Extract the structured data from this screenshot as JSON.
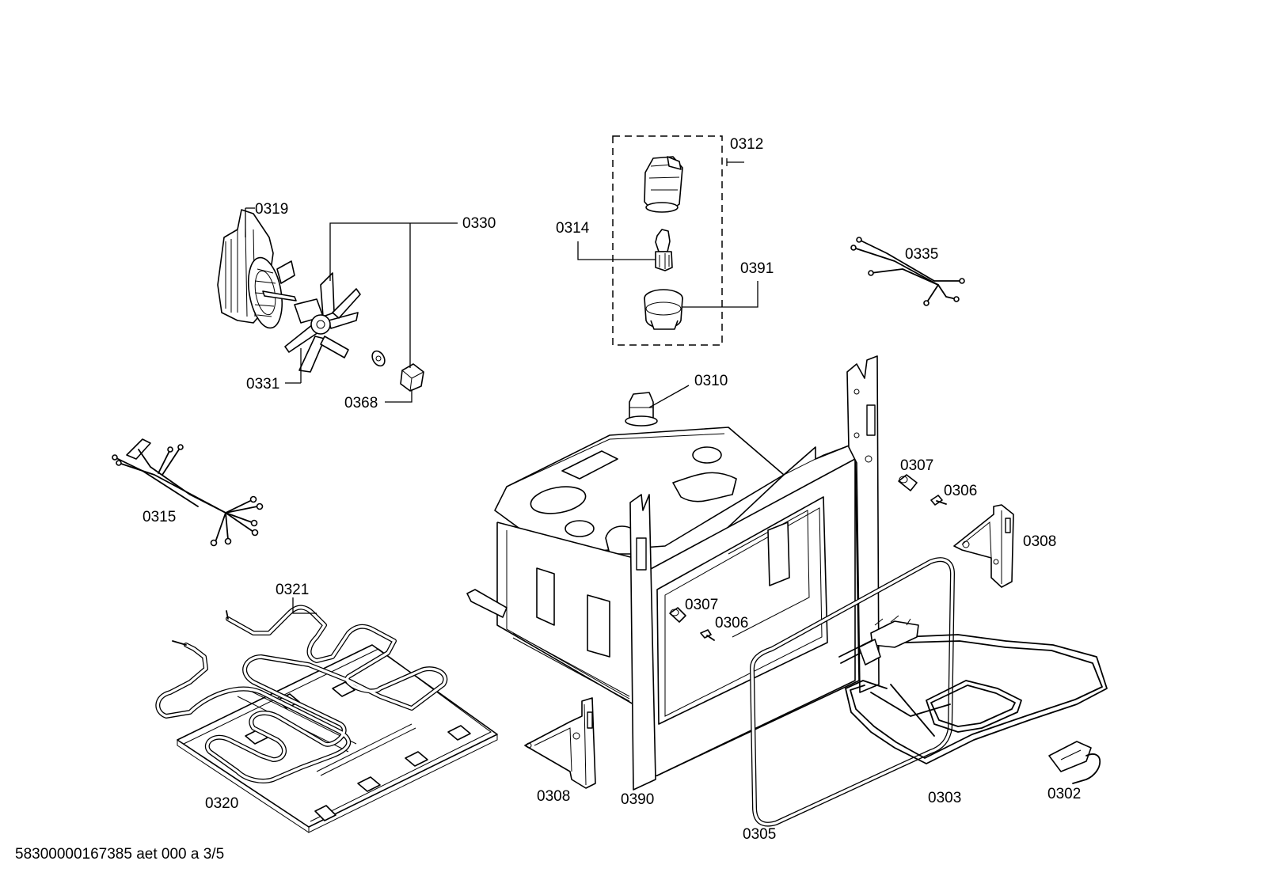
{
  "labels": {
    "p0302": "0302",
    "p0303": "0303",
    "p0305": "0305",
    "p0306a": "0306",
    "p0306b": "0306",
    "p0307a": "0307",
    "p0307b": "0307",
    "p0308a": "0308",
    "p0308b": "0308",
    "p0310": "0310",
    "p0312": "0312",
    "p0314": "0314",
    "p0315": "0315",
    "p0319": "0319",
    "p0320": "0320",
    "p0321": "0321",
    "p0330": "0330",
    "p0331": "0331",
    "p0335": "0335",
    "p0368": "0368",
    "p0390": "0390",
    "p0391": "0391"
  },
  "footer": "58300000167385 aet 000 a 3/5"
}
